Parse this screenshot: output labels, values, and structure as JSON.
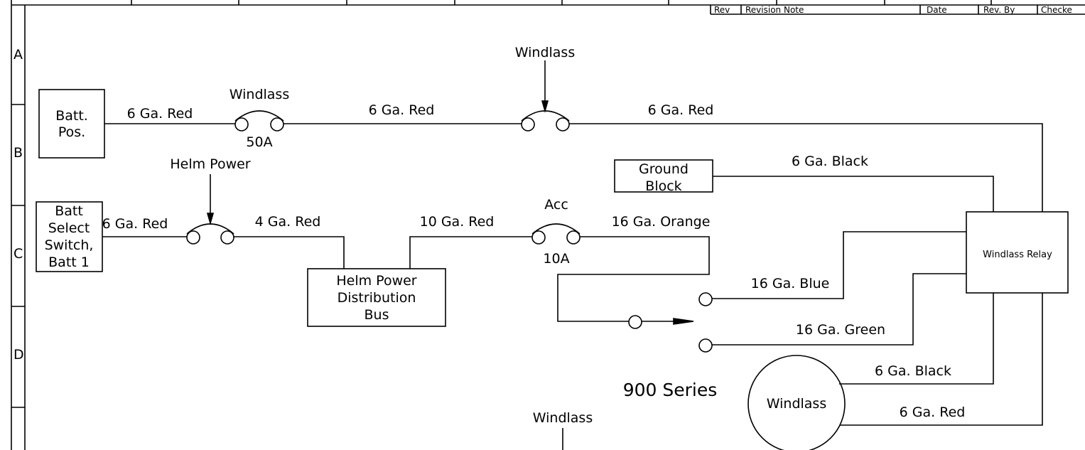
{
  "revision_table": {
    "headers": [
      "Rev",
      "Revision Note",
      "Date",
      "Rev. By",
      "Checke"
    ]
  },
  "row_labels": [
    "A",
    "B",
    "C",
    "D"
  ],
  "components": {
    "batt_pos": [
      "Batt.",
      "Pos."
    ],
    "batt_select": [
      "Batt",
      "Select",
      "Switch,",
      "Batt 1"
    ],
    "ground_block": [
      "Ground",
      "Block"
    ],
    "helm_bus": [
      "Helm Power",
      "Distribution",
      "Bus"
    ],
    "windlass_relay": "Windlass Relay",
    "windlass_motor": "Windlass"
  },
  "fuses": {
    "windlass_breaker": {
      "label": "Windlass",
      "rating": "50A"
    },
    "windlass_top": {
      "label": "Windlass"
    },
    "helm_power": {
      "label": "Helm Power"
    },
    "acc": {
      "label": "Acc",
      "rating": "10A"
    }
  },
  "wires": {
    "w1": "6 Ga. Red",
    "w2": "6 Ga. Red",
    "w3": "6 Ga. Red",
    "w4": "6 Ga. Black",
    "w5": "6 Ga. Red",
    "w6": "4 Ga. Red",
    "w7": "10 Ga. Red",
    "w8": "16 Ga. Orange",
    "w9": "16 Ga. Blue",
    "w10": "16 Ga. Green",
    "w11": "6 Ga. Black",
    "w12": "6 Ga. Red"
  },
  "series_title": "900 Series",
  "bottom_label": "Windlass"
}
